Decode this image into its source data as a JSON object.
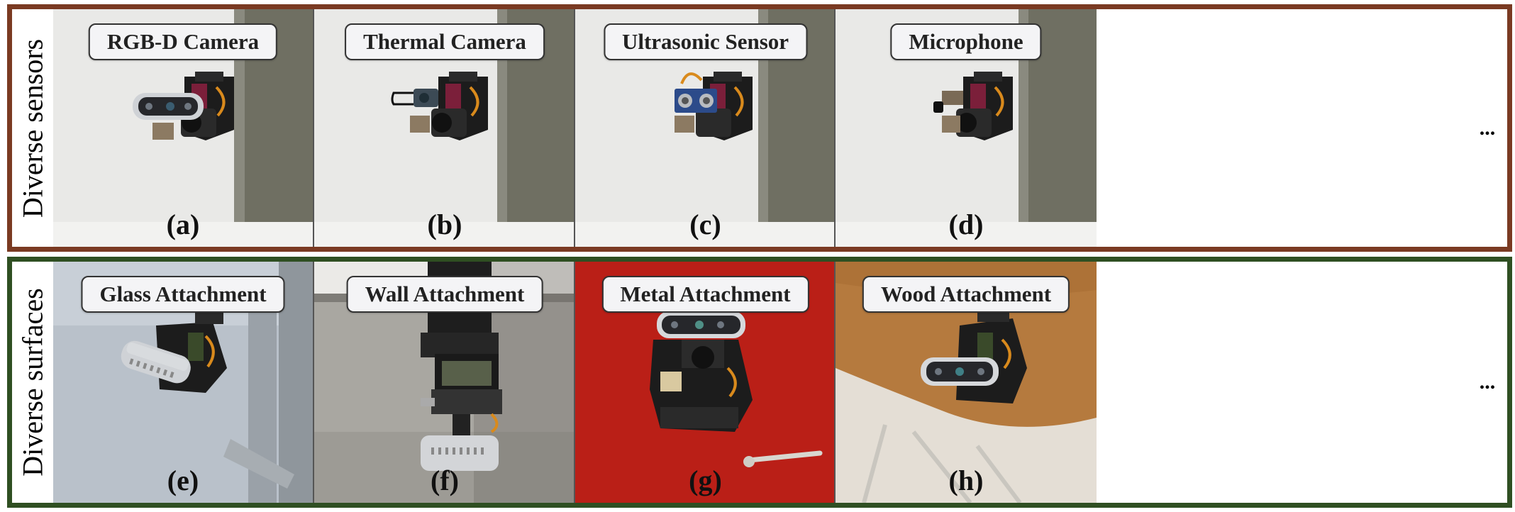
{
  "rows": [
    {
      "label": "Diverse sensors",
      "border_color": "#7a3a22",
      "tiles": [
        {
          "title": "RGB-D Camera",
          "letter": "(a)"
        },
        {
          "title": "Thermal Camera",
          "letter": "(b)"
        },
        {
          "title": "Ultrasonic Sensor",
          "letter": "(c)"
        },
        {
          "title": "Microphone",
          "letter": "(d)"
        }
      ],
      "more": "..."
    },
    {
      "label": "Diverse surfaces",
      "border_color": "#2f4f22",
      "tiles": [
        {
          "title": "Glass Attachment",
          "letter": "(e)"
        },
        {
          "title": "Wall Attachment",
          "letter": "(f)"
        },
        {
          "title": "Metal Attachment",
          "letter": "(g)"
        },
        {
          "title": "Wood Attachment",
          "letter": "(h)"
        }
      ],
      "more": "..."
    }
  ]
}
